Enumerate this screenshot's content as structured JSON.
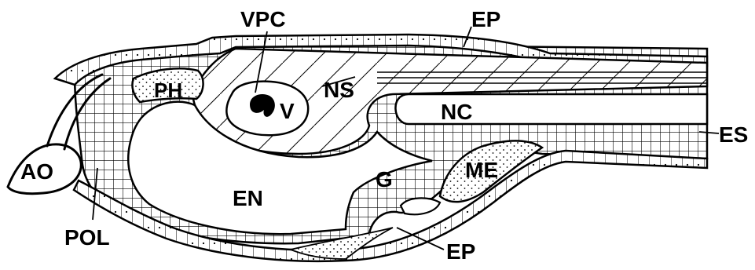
{
  "diagram": {
    "labels": {
      "vpc": "VPC",
      "ep_top": "EP",
      "ph": "PH",
      "ns": "NS",
      "v": "V",
      "nc": "NC",
      "es": "ES",
      "ao": "AO",
      "en": "EN",
      "g": "G",
      "me": "ME",
      "pol": "POL",
      "ep_bottom": "EP"
    },
    "colors": {
      "ink": "#000000",
      "paper": "#ffffff"
    }
  }
}
